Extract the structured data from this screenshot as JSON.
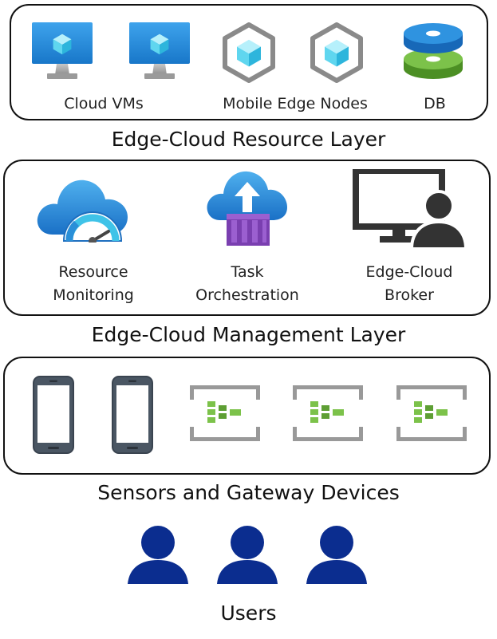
{
  "resource_layer": {
    "title": "Edge-Cloud Resource Layer",
    "labels": {
      "cloud_vms": "Cloud VMs",
      "mobile_edge_nodes": "Mobile Edge Nodes",
      "db": "DB"
    }
  },
  "management_layer": {
    "title": "Edge-Cloud Management Layer",
    "labels": {
      "resource_monitoring": [
        "Resource",
        "Monitoring"
      ],
      "task_orchestration": [
        "Task",
        "Orchestration"
      ],
      "broker": [
        "Edge-Cloud",
        "Broker"
      ]
    }
  },
  "device_layer": {
    "title": "Sensors and Gateway Devices"
  },
  "users": {
    "title": "Users"
  },
  "icons": {
    "vm": "monitor-cube-icon",
    "edge_node": "hexagon-cube-icon",
    "db": "database-disk-icon",
    "monitoring": "cloud-gauge-icon",
    "orchestration": "cloud-upload-container-icon",
    "broker": "monitor-user-icon",
    "phone": "smartphone-icon",
    "gateway": "iot-gateway-icon",
    "user": "user-silhouette-icon"
  },
  "colors": {
    "azure_blue": "#1f8bdc",
    "cube_cyan": "#5fd6ef",
    "gray": "#8a8a8a",
    "dark_gray": "#333333",
    "green": "#6bb33a",
    "navy": "#0b2d8f"
  }
}
